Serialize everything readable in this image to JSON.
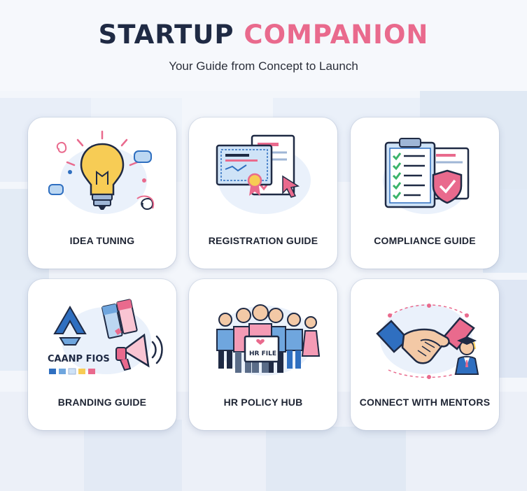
{
  "header": {
    "title_part1": "STARTUP",
    "title_part2": "COMPANION",
    "subtitle": "Your Guide from Concept to Launch"
  },
  "colors": {
    "navy": "#1f2a44",
    "pink": "#e96a8d",
    "blue": "#2f6fc0",
    "light_blue": "#cfe3f7",
    "yellow": "#f7cc55",
    "green": "#3bb36b"
  },
  "cards": [
    {
      "label": "IDEA TUNING",
      "icon": "lightbulb-icon"
    },
    {
      "label": "REGISTRATION GUIDE",
      "icon": "certificate-document-icon"
    },
    {
      "label": "COMPLIANCE GUIDE",
      "icon": "checklist-shield-icon"
    },
    {
      "label": "BRANDING GUIDE",
      "icon": "brand-megaphone-icon",
      "brand_text": "CAANP FIOS"
    },
    {
      "label": "HR POLICY HUB",
      "icon": "team-hr-file-icon",
      "sign_text": "HR FILE"
    },
    {
      "label": "CONNECT WITH MENTORS",
      "icon": "handshake-mentor-icon"
    }
  ]
}
